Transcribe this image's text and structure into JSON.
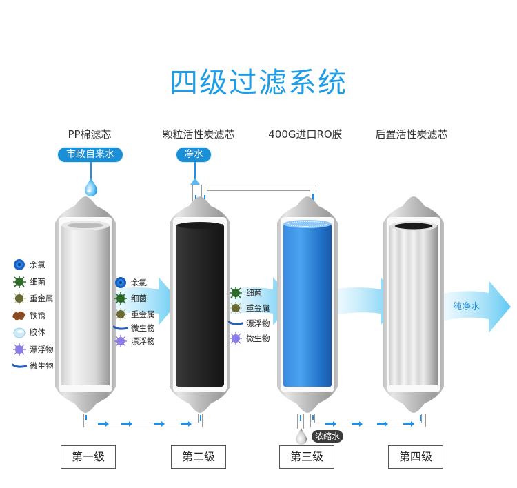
{
  "title": "四级过滤系统",
  "colors": {
    "title": "#1e9de6",
    "badge": "#1b8fd6",
    "flow_arrow": "#1e8ee6",
    "housing": "#b3b3b3",
    "ro_membrane": "#2a7fd6",
    "carbon": "#2b2b2b",
    "stage_box_border": "#555555"
  },
  "stages": [
    {
      "name": "PP棉滤芯",
      "level": "第一级",
      "cartridge": "pp-cotton",
      "removes": [
        "余氯",
        "细菌",
        "重金属",
        "铁锈",
        "胶体",
        "漂浮物",
        "微生物"
      ],
      "icons": [
        "chlorine-icon",
        "bacteria-icon",
        "heavy-metal-icon",
        "rust-icon",
        "colloid-icon",
        "floating-matter-icon",
        "microorganism-icon"
      ]
    },
    {
      "name": "颗粒活性炭滤芯",
      "level": "第二级",
      "cartridge": "granular-carbon",
      "removes": [
        "余氯",
        "细菌",
        "重金属",
        "微生物",
        "漂浮物"
      ],
      "icons": [
        "chlorine-icon",
        "bacteria-icon",
        "heavy-metal-icon",
        "microorganism-icon",
        "floating-matter-icon"
      ]
    },
    {
      "name": "400G进口RO膜",
      "level": "第三级",
      "cartridge": "ro-membrane",
      "removes": [
        "细菌",
        "重金属",
        "漂浮物",
        "微生物"
      ],
      "icons": [
        "bacteria-icon",
        "heavy-metal-icon",
        "microorganism-icon",
        "floating-matter-icon"
      ]
    },
    {
      "name": "后置活性炭滤芯",
      "level": "第四级",
      "cartridge": "post-carbon",
      "removes": [],
      "icons": []
    }
  ],
  "inputs": {
    "tap_water": "市政自来水",
    "clean_water": "净水"
  },
  "outputs": {
    "pure_water": "纯净水",
    "waste_water": "浓缩水"
  }
}
